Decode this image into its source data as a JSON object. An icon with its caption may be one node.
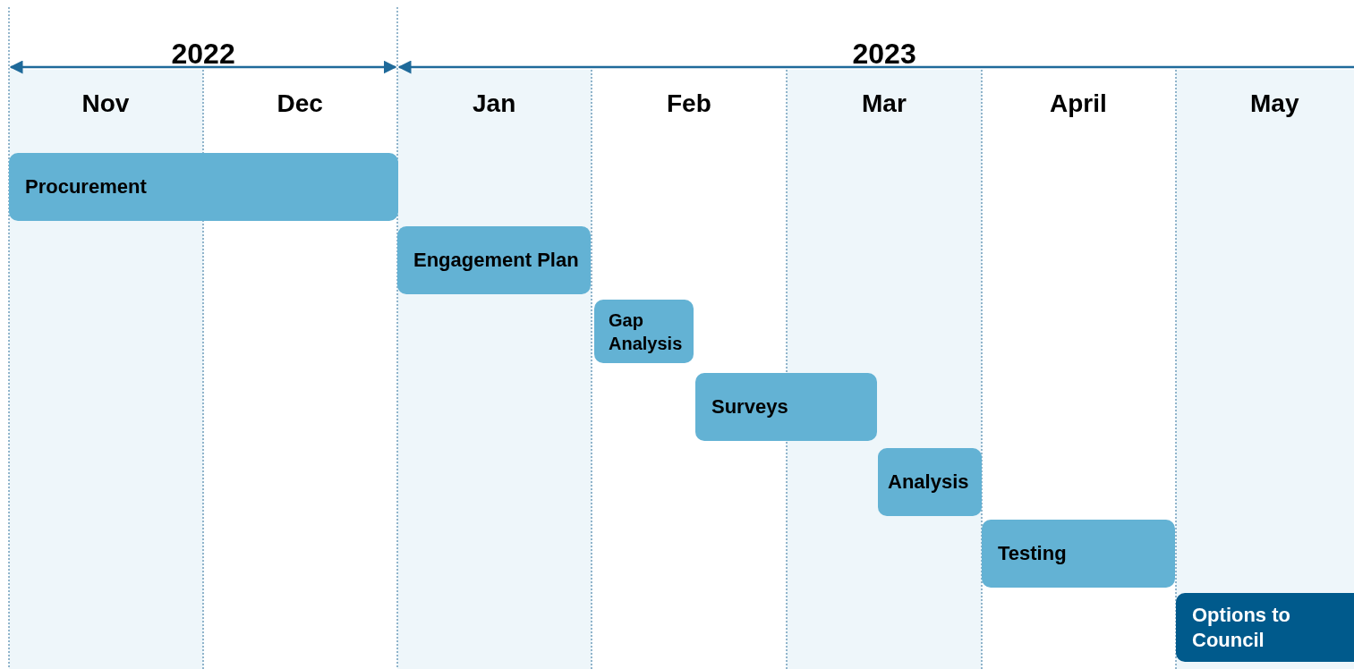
{
  "diagram": {
    "nodes": [
      {
        "text": [
          "Procurement"
        ]
      },
      {
        "text": [
          "Engagement Plan"
        ]
      },
      {
        "text": [
          "Gap Analysis"
        ]
      },
      {
        "text": [
          "Surveys"
        ]
      },
      {
        "text": [
          "Analysis"
        ]
      },
      {
        "text": [
          "Testing"
        ]
      },
      {
        "text": [
          "Options to Council"
        ]
      }
    ],
    "edges": [],
    "labels": [
      "2022",
      "2023",
      "Nov",
      "Dec",
      "Jan",
      "Feb",
      "Mar",
      "April",
      "May"
    ]
  }
}
